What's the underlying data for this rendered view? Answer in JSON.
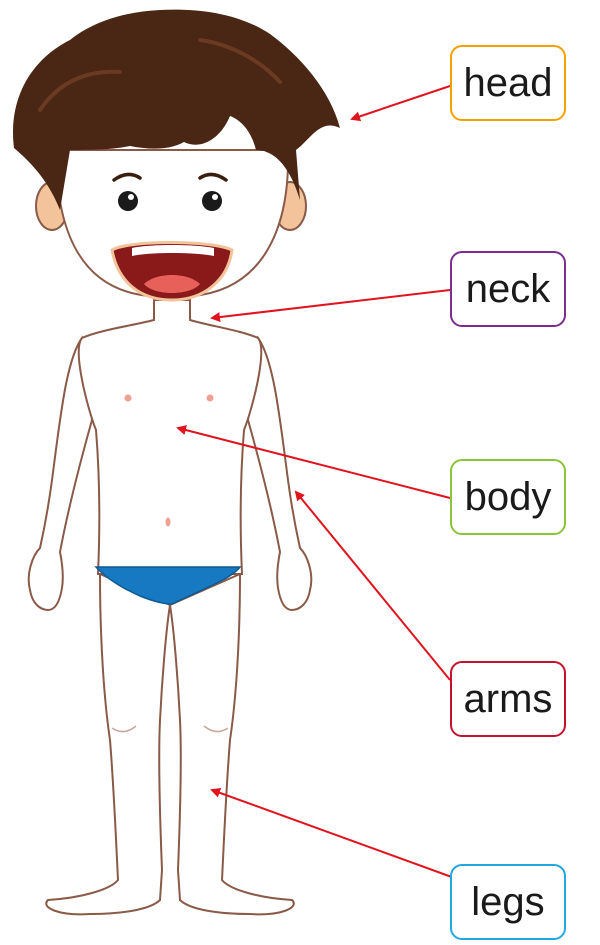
{
  "labels": [
    {
      "key": "head",
      "text": "head",
      "color": "#f4a000"
    },
    {
      "key": "neck",
      "text": "neck",
      "color": "#7b2d8e"
    },
    {
      "key": "body",
      "text": "body",
      "color": "#8bc43a"
    },
    {
      "key": "arms",
      "text": "arms",
      "color": "#c4122e"
    },
    {
      "key": "legs",
      "text": "legs",
      "color": "#22a8e0"
    }
  ],
  "colors": {
    "arrow": "#e0141e",
    "skin": "#ffffff",
    "outline": "#8a5a48",
    "hair": "#4a2614",
    "ear": "#f3c49c",
    "mouth": "#8a1a1a",
    "tongue": "#e8605a",
    "underwear": "#1679c1"
  }
}
